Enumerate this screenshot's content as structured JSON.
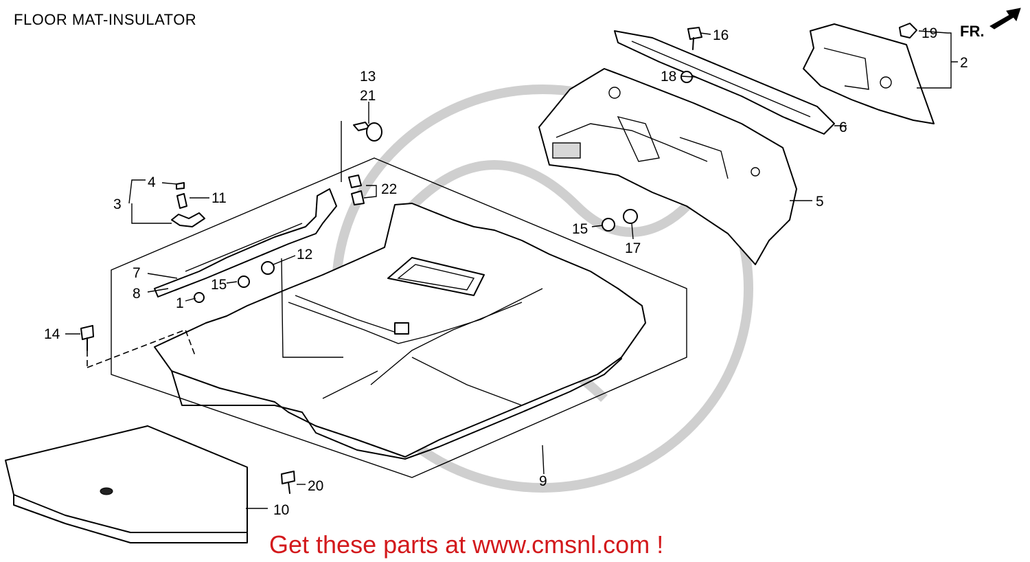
{
  "title": "FLOOR MAT-INSULATOR",
  "promo_text": "Get these parts at www.cmsnl.com !",
  "direction_label": "FR.",
  "colors": {
    "promo": "#d3191c",
    "watermark": "#cfcfcf",
    "line": "#000000"
  },
  "callouts": {
    "c1": "1",
    "c2": "2",
    "c3": "3",
    "c4": "4",
    "c5": "5",
    "c6": "6",
    "c7": "7",
    "c8": "8",
    "c9": "9",
    "c10": "10",
    "c11": "11",
    "c12": "12",
    "c13": "13",
    "c14": "14",
    "c15a": "15",
    "c15b": "15",
    "c16": "16",
    "c17": "17",
    "c18": "18",
    "c19": "19",
    "c20": "20",
    "c21": "21",
    "c22": "22"
  }
}
